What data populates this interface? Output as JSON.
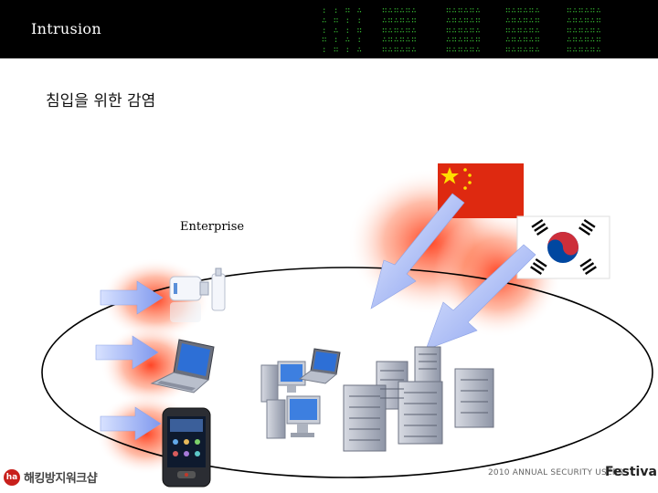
{
  "header": {
    "title": "Intrusion",
    "banner_color": "#000000",
    "matrix_color": "#3fd13a"
  },
  "slide": {
    "heading": "침입을 위한 감염",
    "enterprise_label": "Enterprise"
  },
  "footer": {
    "org_logo_text": "해킹방지워크샵",
    "event_text": "2010 ANNUAL SECURITY USERS'",
    "festival_text": "Festival"
  },
  "colors": {
    "glow": "#ff3b1a",
    "arrow": "#9fb4f5",
    "china_red": "#de2910",
    "china_star": "#ffde00"
  },
  "icons": [
    "china-flag-icon",
    "korea-flag-icon",
    "usb-drive-icon",
    "laptop-icon",
    "smartphone-icon",
    "workstation-icon",
    "server-rack-icon",
    "attack-arrow-icon"
  ]
}
